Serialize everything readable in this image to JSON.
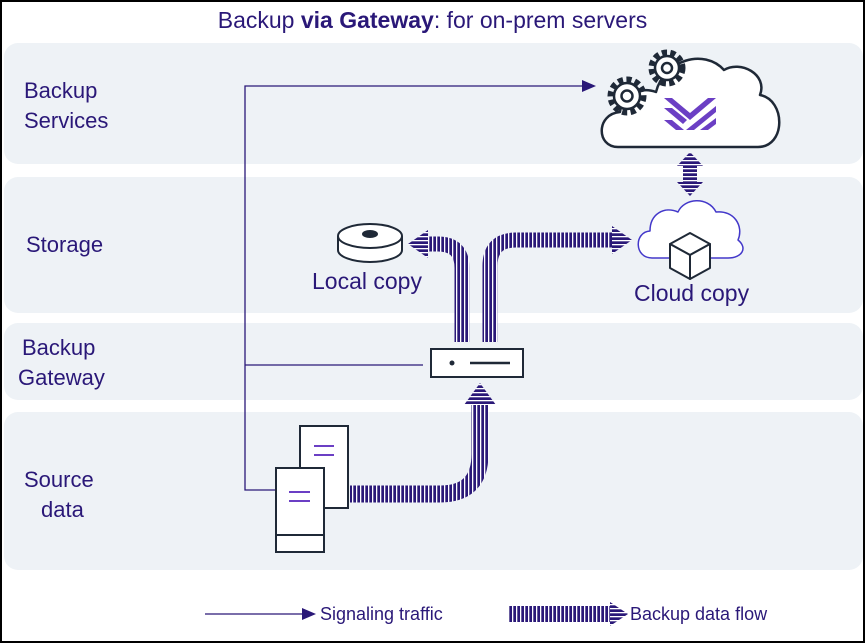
{
  "title": {
    "pre": "Backup ",
    "bold": "via Gateway",
    "post": ": for on-prem servers"
  },
  "rows": [
    {
      "line1": "Backup",
      "line2": "Services"
    },
    {
      "line1": "Storage"
    },
    {
      "line1": "Backup",
      "line2": "Gateway"
    },
    {
      "line1": "Source",
      "line2": "data"
    }
  ],
  "nodes": {
    "local_copy": "Local copy",
    "cloud_copy": "Cloud copy"
  },
  "legend": {
    "signaling": "Signaling traffic",
    "backup_flow": "Backup data flow"
  },
  "colors": {
    "primary": "#2a1878",
    "accent": "#6b3fc4",
    "band": "#eef2f6",
    "icon": "#1f2937"
  },
  "icons": [
    "gears-icon",
    "cloud-icon",
    "brand-logo-icon",
    "disk-icon",
    "cube-icon",
    "gateway-device-icon",
    "server-icon"
  ]
}
